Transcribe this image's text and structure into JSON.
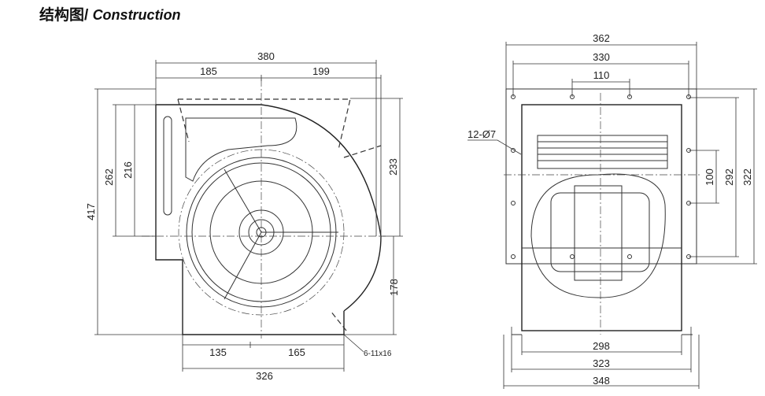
{
  "title": {
    "cn": "结构图/",
    "en": "Construction"
  },
  "side_view": {
    "dims": {
      "w380": "380",
      "w185": "185",
      "w199": "199",
      "h417": "417",
      "h262": "262",
      "h216": "216",
      "h233": "233",
      "h178": "178",
      "b135": "135",
      "b165": "165",
      "b326": "326",
      "slot": "6-11x16"
    }
  },
  "front_view": {
    "dims": {
      "w362": "362",
      "w330": "330",
      "w110": "110",
      "h100": "100",
      "h292": "292",
      "h322": "322",
      "b298": "298",
      "b323": "323",
      "b348": "348",
      "holes": "12-Ø7"
    }
  }
}
